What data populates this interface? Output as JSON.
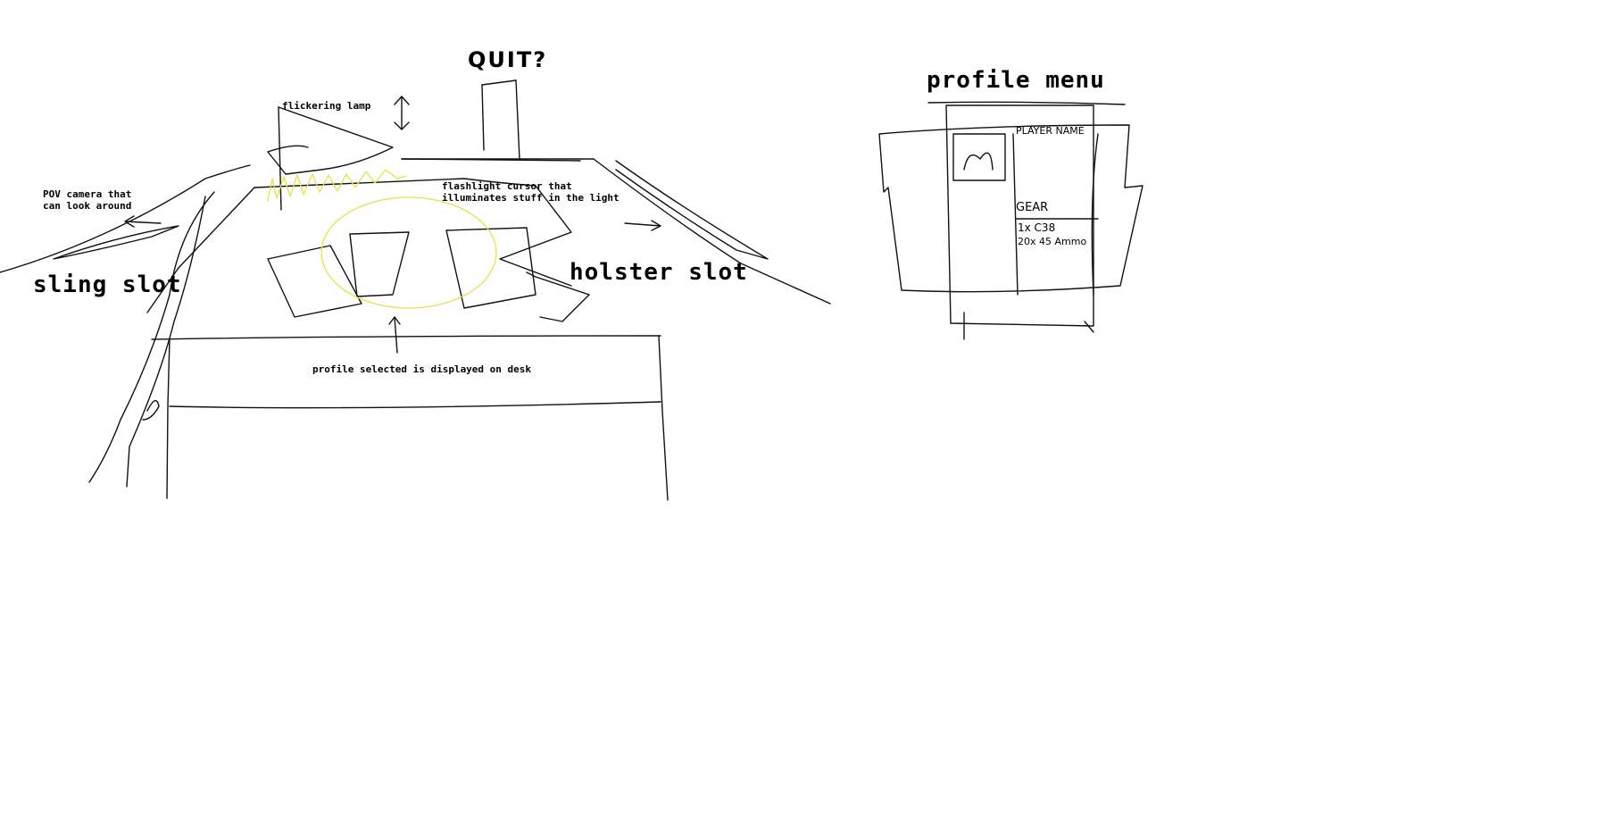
{
  "labels": {
    "pov_camera": [
      "POV camera that",
      "can look around"
    ],
    "flickering_lamp": "flickering lamp",
    "quit": "QUIT?",
    "flashlight_cursor": [
      "flashlight cursor that",
      "illuminates stuff in the light"
    ],
    "sling_slot": "sling slot",
    "holster_slot": "holster slot",
    "profile_selected": "profile selected is displayed on desk",
    "profile_menu": "profile menu"
  },
  "profile_card": {
    "name": "PLAYER NAME",
    "gear_heading": "GEAR",
    "gear_items": [
      "1x C38",
      "20x 45 Ammo"
    ]
  },
  "colors": {
    "ink": "#111111",
    "flashlight": "#e8e04a",
    "background": "#ffffff"
  }
}
